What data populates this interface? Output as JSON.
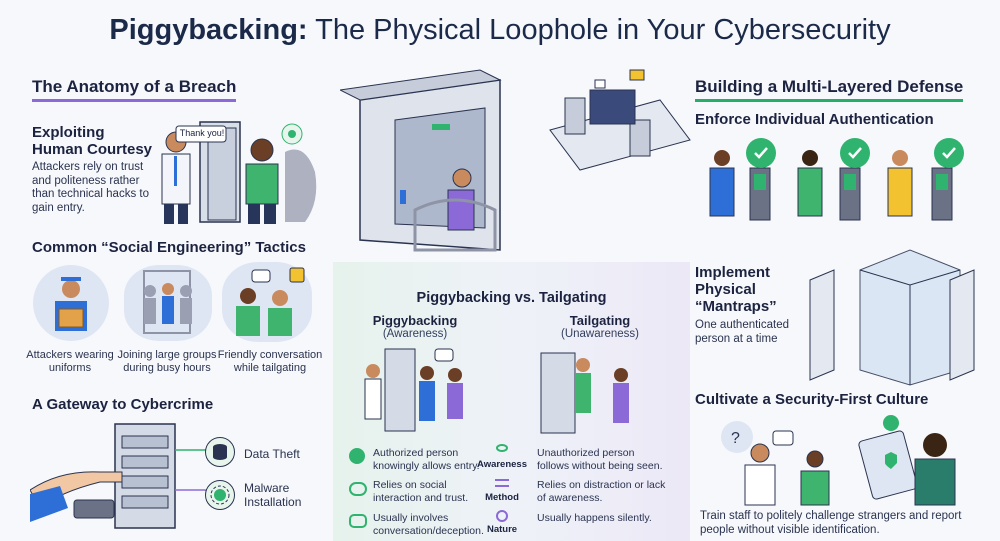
{
  "title": {
    "bold": "Piggybacking:",
    "rest": " The Physical Loophole in Your Cybersecurity"
  },
  "left": {
    "section_title": "The Anatomy of a Breach",
    "courtesy": {
      "title": "Exploiting Human Courtesy",
      "body": "Attackers rely on trust and politeness rather than technical hacks to gain entry.",
      "bubble": "Thank you!"
    },
    "tactics": {
      "title": "Common “Social Engineering” Tactics",
      "items": [
        {
          "caption": "Attackers wearing uniforms"
        },
        {
          "caption": "Joining large groups during busy hours"
        },
        {
          "caption": "Friendly conversation while tailgating"
        }
      ]
    },
    "gateway": {
      "title": "A Gateway to Cybercrime",
      "outcomes": [
        "Data Theft",
        "Malware Installation"
      ]
    }
  },
  "compare": {
    "title": "Piggybacking vs. Tailgating",
    "left_head": "Piggybacking",
    "left_sub": "(Awareness)",
    "right_head": "Tailgating",
    "right_sub": "(Unawareness)",
    "rows": [
      {
        "left": "Authorized person knowingly allows entry.",
        "label": "Awareness",
        "right": "Unauthorized person follows without being seen."
      },
      {
        "left": "Relies on social interaction and trust.",
        "label": "Method",
        "right": "Relies on distraction or lack of awareness."
      },
      {
        "left": "Usually involves conversation/deception.",
        "label": "Nature",
        "right": "Usually happens silently."
      }
    ]
  },
  "right": {
    "section_title": "Building a Multi-Layered Defense",
    "auth": {
      "title": "Enforce Individual Authentication"
    },
    "mantrap": {
      "title": "Implement Physical “Mantraps”",
      "body": "One authenticated person at a time"
    },
    "culture": {
      "title": "Cultivate a Security-First Culture",
      "body": "Train staff to politely challenge strangers and report people without visible identification."
    }
  },
  "colors": {
    "accent_purple": "#8b6ad8",
    "accent_green": "#27ad6a",
    "navy": "#1c2a4a"
  }
}
